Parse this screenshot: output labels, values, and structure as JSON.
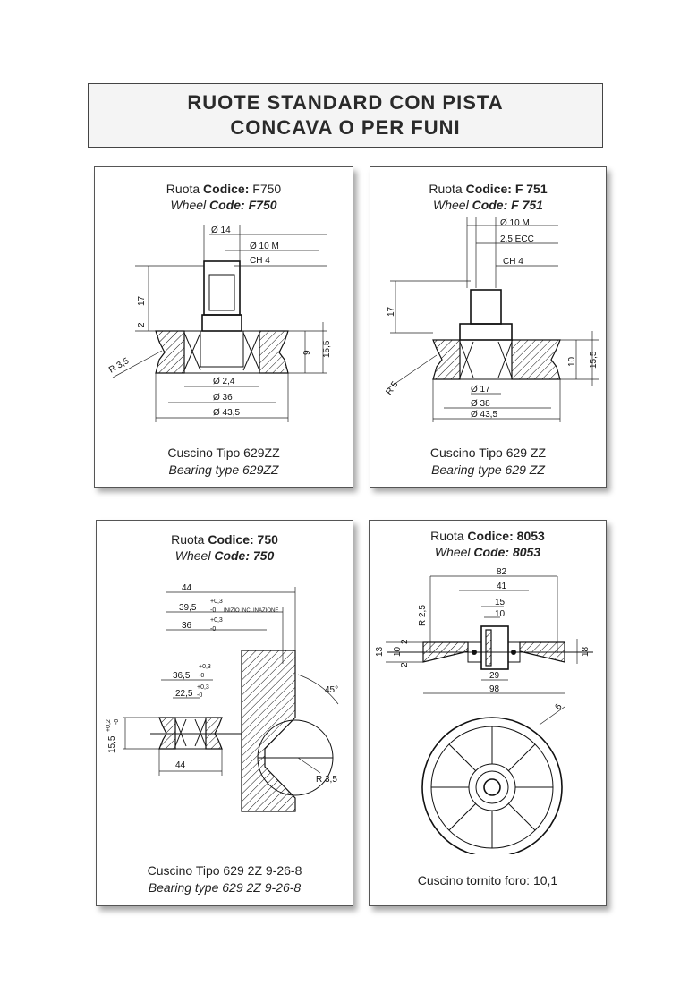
{
  "title": {
    "line1": "RUOTE STANDARD CON PISTA",
    "line2": "CONCAVA O PER FUNI"
  },
  "cards": [
    {
      "ruota_prefix": "Ruota ",
      "codice_label": "Codice:",
      "code": " F750",
      "wheel_prefix": "Wheel ",
      "wheel_codice": "Code:",
      "wheel_code": " F750",
      "dims": [
        "Ø 14",
        "Ø 10 M",
        "CH 4",
        "17",
        "2",
        "R 3,5",
        "9",
        "15,5",
        "Ø 2,4",
        "Ø 36",
        "Ø 43,5"
      ],
      "footer1": "Cuscino Tipo 629ZZ",
      "footer2": "Bearing type 629ZZ"
    },
    {
      "ruota_prefix": "Ruota ",
      "codice_label": "Codice:",
      "code": " F 751",
      "wheel_prefix": "Wheel ",
      "wheel_codice": "Code:",
      "wheel_code": " F 751",
      "dims": [
        "Ø 10 M",
        "2,5 ECC",
        "CH 4",
        "17",
        "R 5",
        "10",
        "15,5",
        "Ø 17",
        "Ø 38",
        "Ø 43,5"
      ],
      "footer1": "Cuscino Tipo 629 ZZ",
      "footer2": "Bearing type 629 ZZ"
    },
    {
      "ruota_prefix": "Ruota ",
      "codice_label": "Codice:",
      "code": " 750",
      "wheel_prefix": "Wheel ",
      "wheel_codice": "Code:",
      "wheel_code": " 750",
      "dims": [
        "44",
        "39,5",
        "+0,3",
        "-0",
        "INIZIO INCLINAZIONE",
        "36",
        "+0,3",
        "-0",
        "36,5",
        "+0,3",
        "-0",
        "22,5",
        "+0,3",
        "-0",
        "15,5",
        "+0,2",
        "-0",
        "44",
        "45°",
        "R 3,5"
      ],
      "footer1": "Cuscino Tipo 629 2Z 9-26-8",
      "footer2": "Bearing type 629 2Z 9-26-8"
    },
    {
      "ruota_prefix": "Ruota ",
      "codice_label": "Codice:",
      "code": " 8053",
      "wheel_prefix": "Wheel ",
      "wheel_codice": "Code:",
      "wheel_code": " 8053",
      "dims": [
        "82",
        "41",
        "15",
        "10",
        "R 2,5",
        "13",
        "10",
        "2",
        "2",
        "18",
        "29",
        "98",
        "6"
      ],
      "footer1": "Cuscino tornito foro: 10,1",
      "footer2": ""
    }
  ]
}
